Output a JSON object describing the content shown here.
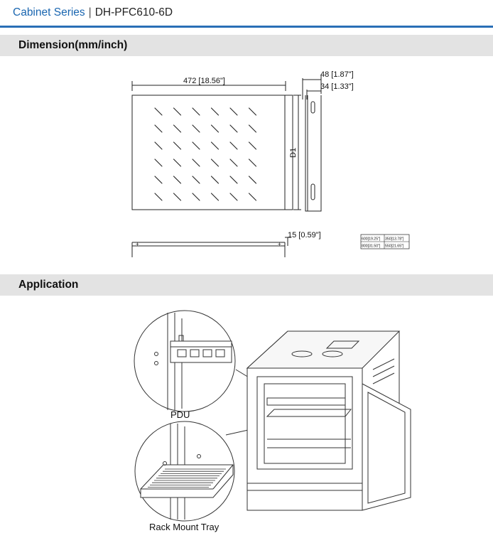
{
  "header": {
    "series": "Cabinet Series",
    "separator": "|",
    "model": "DH-PFC610-6D"
  },
  "sections": {
    "dimension_title": "Dimension(mm/inch)",
    "application_title": "Application"
  },
  "dimensions": {
    "width": "472 [18.56\"]",
    "depth_label": "D1",
    "side_outer": "48 [1.87\"]",
    "side_inner": "34 [1.33\"]",
    "height": "15 [0.59\"]",
    "table": [
      [
        "600[19.25\"]",
        "350[13.78\"]"
      ],
      [
        "800[31.50\"]",
        "550[21.65\"]"
      ]
    ]
  },
  "application": {
    "pdu_label": "PDU",
    "tray_label": "Rack Mount Tray"
  },
  "colors": {
    "brand_blue": "#1a66b0",
    "rule_blue": "#2a6fb6",
    "section_gray": "#e3e3e3"
  }
}
